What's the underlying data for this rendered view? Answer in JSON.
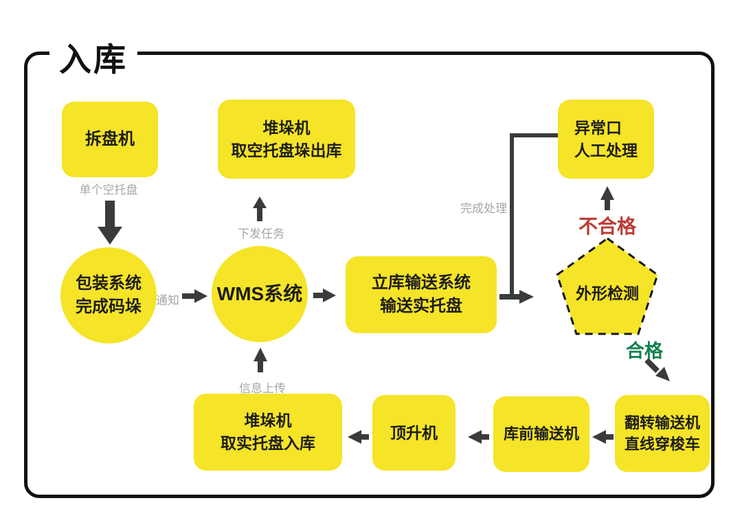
{
  "title": "入库",
  "colors": {
    "yellow": "#F5E427",
    "ink": "#1D1D1D",
    "arrow": "#3B3B3B",
    "gray_label": "#A6A6A6",
    "red": "#BE3B33",
    "green": "#15804F",
    "frame": "#111111"
  },
  "nodes": {
    "depalletizer": {
      "label": "拆盘机"
    },
    "stacker_out": {
      "line1": "堆垛机",
      "line2": "取空托盘垛出库"
    },
    "exception": {
      "line1": "异常口",
      "line2": "人工处理"
    },
    "packaging": {
      "line1": "包装系统",
      "line2": "完成码垛"
    },
    "wms": {
      "label": "WMS系统"
    },
    "asrs_conveyor": {
      "line1": "立库输送系统",
      "line2": "输送实托盘"
    },
    "shape_check": {
      "label": "外形检测"
    },
    "stacker_in": {
      "line1": "堆垛机",
      "line2": "取实托盘入库"
    },
    "lifter": {
      "label": "顶升机"
    },
    "front_conveyor": {
      "label": "库前输送机"
    },
    "flip_shuttle": {
      "line1": "翻转输送机",
      "line2": "直线穿梭车"
    }
  },
  "labels": {
    "single_empty_pallet": "单个空托盘",
    "notify": "通知",
    "dispatch_task": "下发任务",
    "info_upload": "信息上传",
    "processing_done": "完成处理",
    "unqualified": "不合格",
    "qualified": "合格"
  }
}
